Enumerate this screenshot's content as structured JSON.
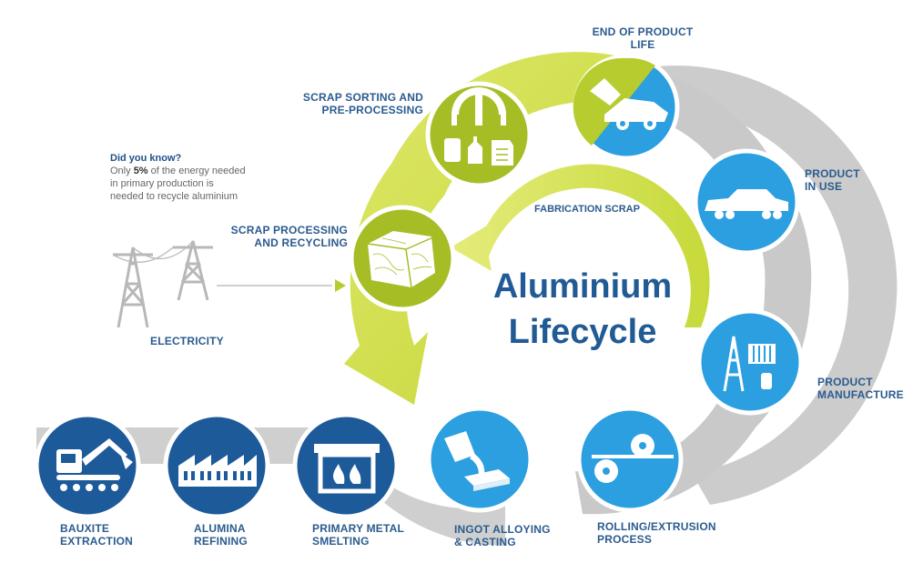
{
  "title": {
    "line1": "Aluminium",
    "line2": "Lifecycle"
  },
  "fabrication_scrap": "FABRICATION SCRAP",
  "did_you_know": {
    "heading": "Did you know?",
    "pre": "Only ",
    "highlight": "5%",
    "post": " of the energy needed in primary production is needed to recycle aluminium"
  },
  "electricity": "ELECTRICITY",
  "stages": {
    "bauxite": {
      "line1": "BAUXITE",
      "line2": "EXTRACTION",
      "icon": "excavator-icon"
    },
    "alumina": {
      "line1": "ALUMINA",
      "line2": "REFINING",
      "icon": "factory-icon"
    },
    "smelting": {
      "line1": "PRIMARY METAL",
      "line2": "SMELTING",
      "icon": "furnace-icon"
    },
    "ingot": {
      "line1": "INGOT ALLOYING",
      "line2": "& CASTING",
      "icon": "pouring-icon"
    },
    "rolling": {
      "line1": "ROLLING/EXTRUSION",
      "line2": "PROCESS",
      "icon": "rollers-icon"
    },
    "manufacture": {
      "line1": "PRODUCT",
      "line2": "MANUFACTURE",
      "icon": "ladder-radiator-icon"
    },
    "in_use": {
      "line1": "PRODUCT",
      "line2": "IN USE",
      "icon": "car-icon"
    },
    "end_of_life": {
      "line1": "END OF PRODUCT",
      "line2": "LIFE",
      "icon": "scrap-car-icon"
    },
    "sorting": {
      "line1": "SCRAP SORTING AND",
      "line2": "PRE-PROCESSING",
      "icon": "sorting-icon"
    },
    "recycling": {
      "line1": "SCRAP PROCESSING",
      "line2": "AND RECYCLING",
      "icon": "scrap-bale-icon"
    }
  },
  "colors": {
    "dark_blue": "#1d5a9a",
    "light_blue": "#2b9fe0",
    "lime": "#b7cc2e",
    "lime_light": "#d8e45a",
    "grey": "#c8c8c8",
    "label": "#2b5b8e"
  }
}
